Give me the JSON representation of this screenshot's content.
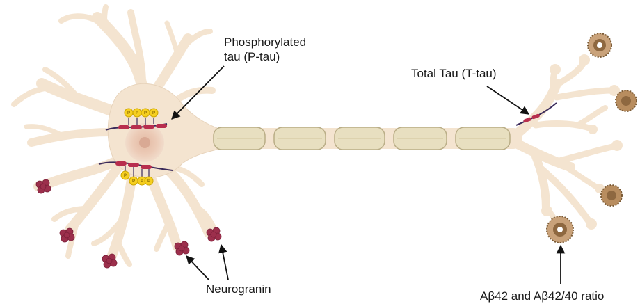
{
  "labels": {
    "ptau_line1": "Phosphorylated",
    "ptau_line2": "tau (P-tau)",
    "ttau": "Total Tau (T-tau)",
    "neurogranin": "Neurogranin",
    "abeta": "Aβ42 and Aβ42/40 ratio"
  },
  "phosphate_symbol": "P",
  "colors": {
    "cell_fill": "#f4e4d0",
    "cell_outline": "#e8d2b8",
    "nucleus": "#ecc9b3",
    "myelin_fill": "#e8dfc0",
    "myelin_outline": "#b9ad86",
    "tau_line": "#3a2a5a",
    "tau_segment": "#b82e4e",
    "phosphate": "#f6cf1f",
    "neurogranin": "#9c2f4c",
    "amyloid_plaque": "#9a6a3a",
    "arrow": "#111111"
  },
  "icons": [
    "phosphate-icon",
    "neurogranin-cluster-icon",
    "amyloid-plaque-icon",
    "myelin-sheath-icon"
  ]
}
